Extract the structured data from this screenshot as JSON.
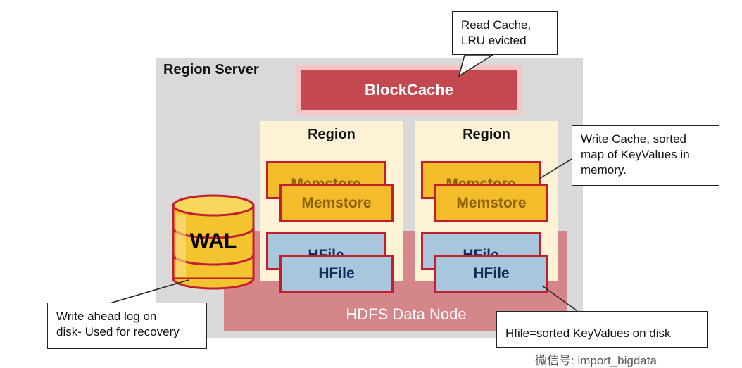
{
  "server": {
    "title": "Region Server"
  },
  "blockcache": {
    "label": "BlockCache"
  },
  "regions": [
    {
      "title": "Region",
      "memstores": [
        "Memstore",
        "Memstore"
      ],
      "hfiles": [
        "HFile",
        "HFile"
      ]
    },
    {
      "title": "Region",
      "memstores": [
        "Memstore",
        "Memstore"
      ],
      "hfiles": [
        "HFile",
        "HFile"
      ]
    }
  ],
  "wal": {
    "label": "WAL"
  },
  "hdfs": {
    "label": "HDFS Data Node"
  },
  "callouts": {
    "read_cache": [
      "Read Cache,",
      "LRU evicted"
    ],
    "write_cache": [
      "Write Cache, sorted",
      "map of KeyValues in",
      "memory."
    ],
    "wal_note": [
      "Write ahead log on",
      "disk- Used for recovery"
    ],
    "hfile_note": [
      "Hfile=sorted KeyValues on disk"
    ]
  },
  "watermark": "微信号: import_bigdata",
  "colors": {
    "accent_red": "#c31e2e",
    "memstore": "#f4bb2a",
    "hfile": "#a9c7dc",
    "wal": "#f4c430"
  }
}
